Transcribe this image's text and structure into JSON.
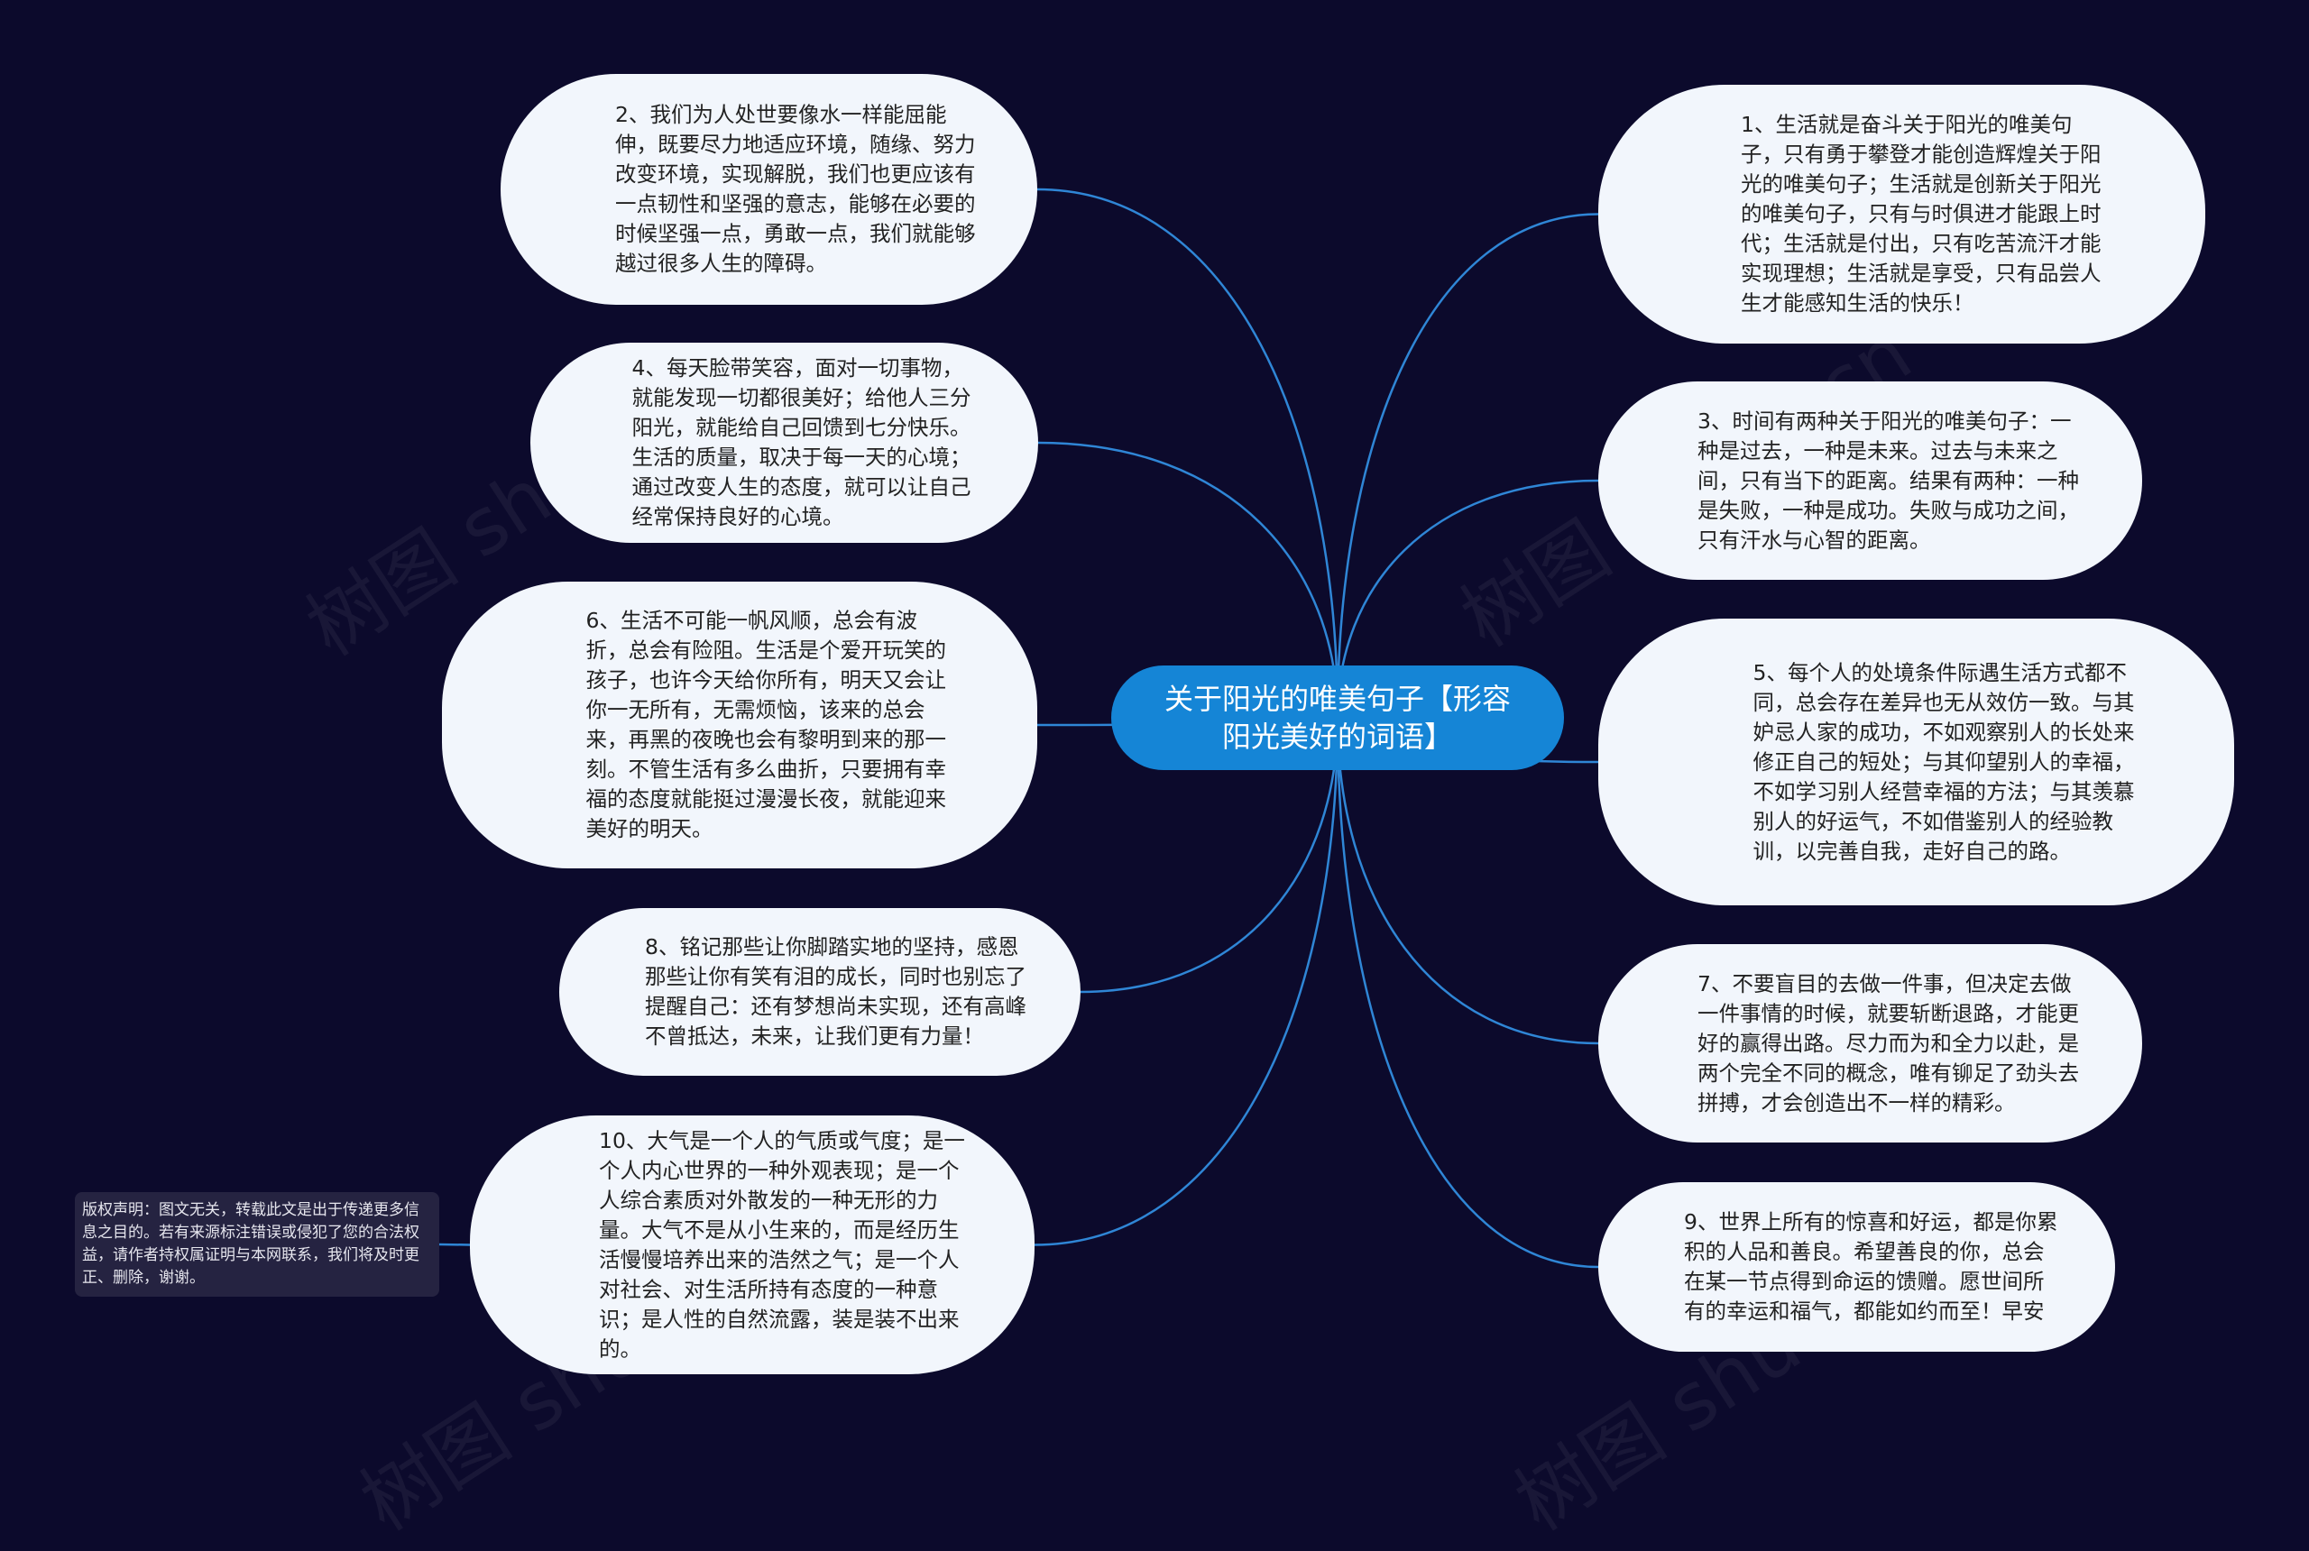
{
  "diagram": {
    "center_label": "关于阳光的唯美句子【形容阳光美好的词语】",
    "left_nodes": [
      {
        "id": "n2",
        "text": "2、我们为人处世要像水一样能屈能伸，既要尽力地适应环境，随缘、努力改变环境，实现解脱，我们也更应该有一点韧性和坚强的意志，能够在必要的时候坚强一点，勇敢一点，我们就能够越过很多人生的障碍。"
      },
      {
        "id": "n4",
        "text": "4、每天脸带笑容，面对一切事物，就能发现一切都很美好；给他人三分阳光，就能给自己回馈到七分快乐。生活的质量，取决于每一天的心境；通过改变人生的态度，就可以让自己经常保持良好的心境。"
      },
      {
        "id": "n6",
        "text": "6、生活不可能一帆风顺，总会有波折，总会有险阻。生活是个爱开玩笑的孩子，也许今天给你所有，明天又会让你一无所有，无需烦恼，该来的总会来，再黑的夜晚也会有黎明到来的那一刻。不管生活有多么曲折，只要拥有幸福的态度就能挺过漫漫长夜，就能迎来美好的明天。"
      },
      {
        "id": "n8",
        "text": "8、铭记那些让你脚踏实地的坚持，感恩那些让你有笑有泪的成长，同时也别忘了提醒自己：还有梦想尚未实现，还有高峰不曾抵达，未来，让我们更有力量！"
      },
      {
        "id": "n10",
        "text": "10、大气是一个人的气质或气度；是一个人内心世界的一种外观表现；是一个人综合素质对外散发的一种无形的力量。大气不是从小生来的，而是经历生活慢慢培养出来的浩然之气；是一个人对社会、对生活所持有态度的一种意识；是人性的自然流露，装是装不出来的。"
      }
    ],
    "right_nodes": [
      {
        "id": "n1",
        "text": "1、生活就是奋斗关于阳光的唯美句子，只有勇于攀登才能创造辉煌关于阳光的唯美句子；生活就是创新关于阳光的唯美句子，只有与时俱进才能跟上时代；生活就是付出，只有吃苦流汗才能实现理想；生活就是享受，只有品尝人生才能感知生活的快乐！"
      },
      {
        "id": "n3",
        "text": "3、时间有两种关于阳光的唯美句子：一种是过去，一种是未来。过去与未来之间，只有当下的距离。结果有两种：一种是失败，一种是成功。失败与成功之间，只有汗水与心智的距离。"
      },
      {
        "id": "n5",
        "text": "5、每个人的处境条件际遇生活方式都不同，总会存在差异也无从效仿一致。与其妒忌人家的成功，不如观察别人的长处来修正自己的短处；与其仰望别人的幸福，不如学习别人经营幸福的方法；与其羡慕别人的好运气，不如借鉴别人的经验教训，以完善自我，走好自己的路。"
      },
      {
        "id": "n7",
        "text": "7、不要盲目的去做一件事，但决定去做一件事情的时候，就要斩断退路，才能更好的赢得出路。尽力而为和全力以赴，是两个完全不同的概念，唯有铆足了劲头去拼搏，才会创造出不一样的精彩。"
      },
      {
        "id": "n9",
        "text": "9、世界上所有的惊喜和好运，都是你累积的人品和善良。希望善良的你，总会在某一节点得到命运的馈赠。愿世间所有的幸运和福气，都能如约而至！早安"
      }
    ],
    "copyright_note": "版权声明：图文无关，转载此文是出于传递更多信息之目的。若有来源标注错误或侵犯了您的合法权益，请作者持权属证明与本网联系，我们将及时更正、删除，谢谢。",
    "watermark": "树图 shutu.cn",
    "colors": {
      "background": "#0c0a2c",
      "center_fill": "#1585d6",
      "node_fill": "#f2f6fc",
      "link": "#2f86d6"
    }
  }
}
